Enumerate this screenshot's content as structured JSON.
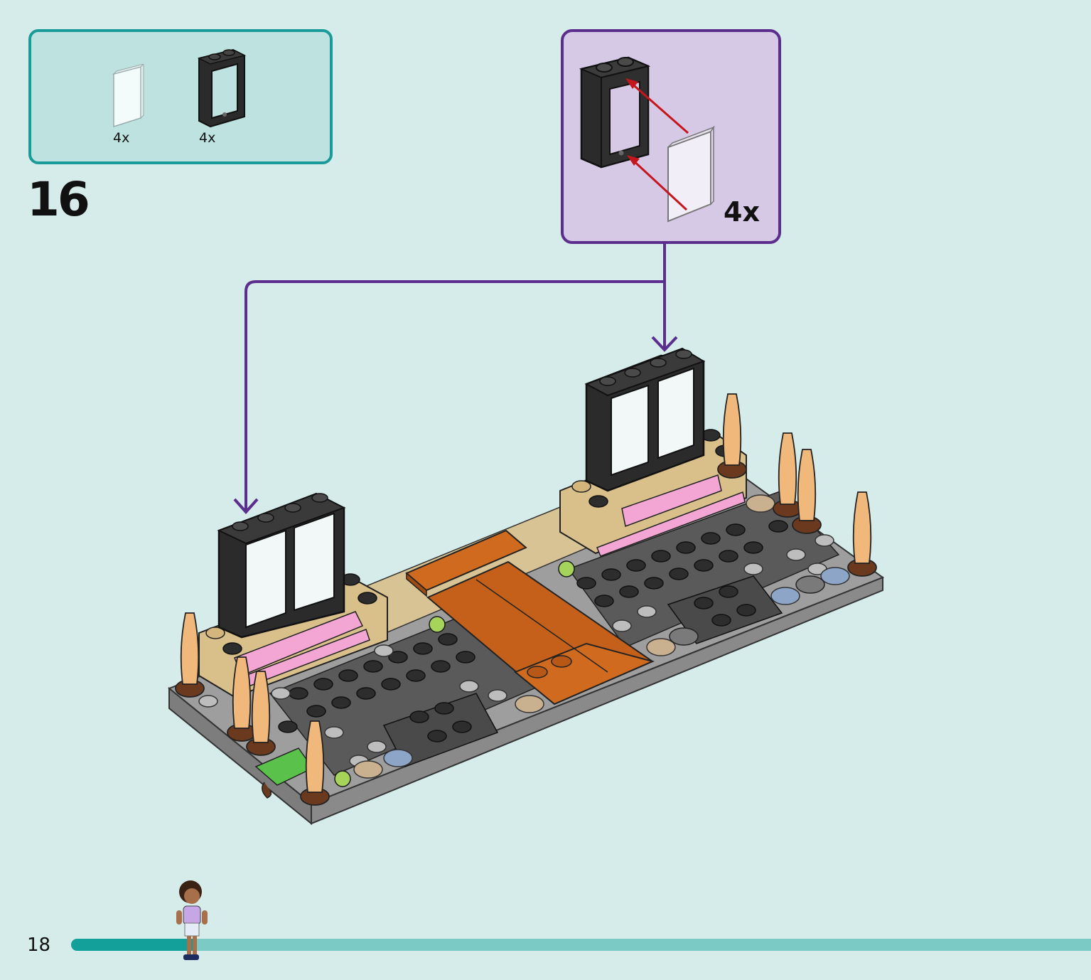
{
  "step": {
    "number": "16"
  },
  "parts_list": {
    "items": [
      {
        "name": "glass-pane",
        "count": "4x",
        "color": "#eef7f8"
      },
      {
        "name": "window-frame",
        "count": "4x",
        "color": "#2a2a2a"
      }
    ]
  },
  "callout": {
    "count": "4x"
  },
  "page": {
    "number": "18",
    "progress": 0.12
  },
  "colors": {
    "background": "#d5ecea",
    "parts_box_border": "#1a9a98",
    "callout_border": "#5b2d8c",
    "callout_background": "#d6c9e6",
    "arrow": "#5b2d8c",
    "progress_track": "#7ccac6",
    "progress_fill": "#13a09b"
  }
}
